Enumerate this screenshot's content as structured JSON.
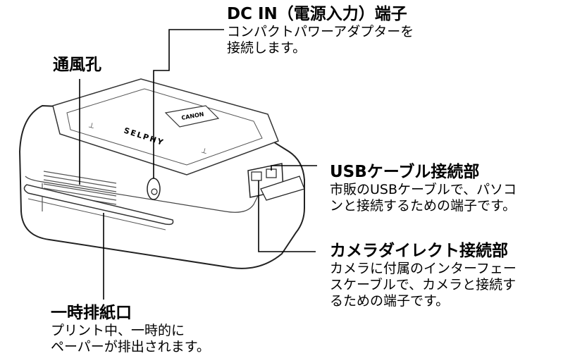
{
  "labels": {
    "dc_in": {
      "title": "DC IN（電源入力）端子",
      "desc": [
        "コンパクトパワーアダプターを",
        "接続します。"
      ]
    },
    "vent": {
      "title": "通風孔"
    },
    "usb": {
      "title": "USBケーブル接続部",
      "desc": [
        "市販のUSBケーブルで、パソコ",
        "ンと接続するための端子です。"
      ]
    },
    "camera_direct": {
      "title": "カメラダイレクト接続部",
      "desc": [
        "カメラに付属のインターフェー",
        "スケーブルで、カメラと接続す",
        "るための端子です。"
      ]
    },
    "temp_output": {
      "title": "一時排紙口",
      "desc": [
        "プリント中、一時的に",
        "ペーパーが排出されます。"
      ]
    }
  },
  "device": {
    "brand_logo": "SELPHY",
    "badge": "CANON"
  }
}
